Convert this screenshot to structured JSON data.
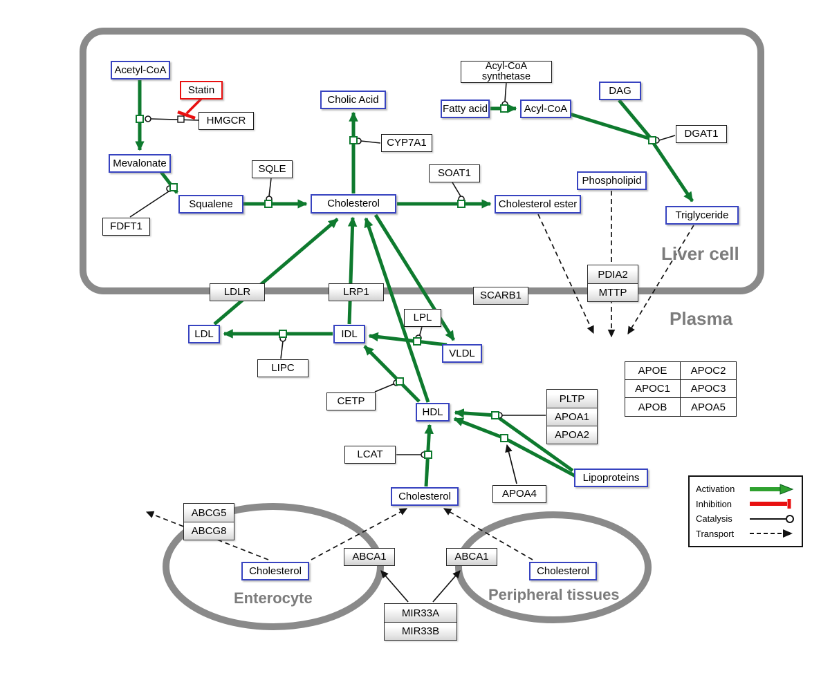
{
  "compartments": {
    "liver": {
      "label": "Liver cell"
    },
    "plasma": {
      "label": "Plasma"
    },
    "enterocyte": {
      "label": "Enterocyte"
    },
    "peripheral": {
      "label": "Peripheral tissues"
    }
  },
  "nodes": {
    "acetyl_coa": "Acetyl-CoA",
    "statin": "Statin",
    "hmgcr": "HMGCR",
    "mevalonate": "Mevalonate",
    "fdft1": "FDFT1",
    "squalene": "Squalene",
    "sqle": "SQLE",
    "cholesterol_liver": "Cholesterol",
    "cholic_acid": "Cholic Acid",
    "cyp7a1": "CYP7A1",
    "soat1": "SOAT1",
    "cholesterol_ester": "Cholesterol ester",
    "fatty_acid": "Fatty acid",
    "acyl_coa_synthetase": "Acyl-CoA synthetase",
    "acyl_coa": "Acyl-CoA",
    "dag": "DAG",
    "dgat1": "DGAT1",
    "phospholipid": "Phospholipid",
    "triglyceride": "Triglyceride",
    "pdia2": "PDIA2",
    "mttp": "MTTP",
    "ldlr": "LDLR",
    "lrp1": "LRP1",
    "scarb1": "SCARB1",
    "ldl": "LDL",
    "idl": "IDL",
    "vldl": "VLDL",
    "lpl": "LPL",
    "lipc": "LIPC",
    "cetp": "CETP",
    "hdl": "HDL",
    "lcat": "LCAT",
    "cholesterol_plasma": "Cholesterol",
    "apoa4": "APOA4",
    "lipoproteins": "Lipoproteins",
    "pltp": "PLTP",
    "apoa1": "APOA1",
    "apoa2": "APOA2",
    "abcg5": "ABCG5",
    "abcg8": "ABCG8",
    "cholesterol_enterocyte": "Cholesterol",
    "abca1_left": "ABCA1",
    "abca1_right": "ABCA1",
    "cholesterol_peripheral": "Cholesterol",
    "mir33a": "MIR33A",
    "mir33b": "MIR33B"
  },
  "apo_table": {
    "rows": [
      [
        "APOE",
        "APOC2"
      ],
      [
        "APOC1",
        "APOC3"
      ],
      [
        "APOB",
        "APOA5"
      ]
    ]
  },
  "legend": {
    "activation": "Activation",
    "inhibition": "Inhibition",
    "catalysis": "Catalysis",
    "transport": "Transport"
  },
  "colors": {
    "activation_green": "#0e7a2e",
    "inhibition_red": "#e81010",
    "metabolite_border_blue": "#3743c0",
    "compartment_gray": "#8a8a8a"
  }
}
